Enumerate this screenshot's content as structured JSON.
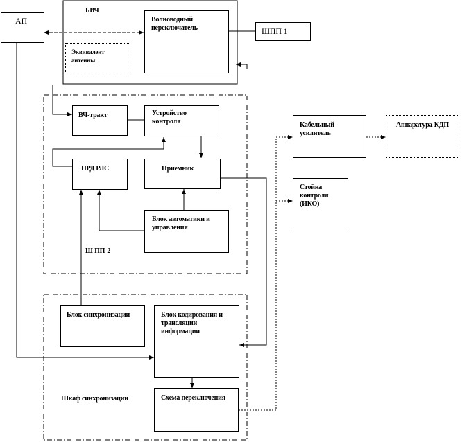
{
  "labels": {
    "ap": "АП",
    "bvch": "БВЧ",
    "waveguide_switch": "Волноводный переключатель",
    "shpp1": "ШПП 1",
    "antenna_equivalent": "Эквивалент антенны",
    "rf_path": "ВЧ-тракт",
    "control_device": "Устройство контроля",
    "transmitter": "ПРД РЛС",
    "receiver": "Приемник",
    "automation_unit": "Блок автоматики и управления",
    "shpp2": "Ш ПП-2",
    "cable_amplifier": "Кабельный усилитель",
    "kdp_equipment": "Аппаратура КДП",
    "control_rack": "Стойка контроля (ИКО)",
    "sync_unit": "Блок синхронизации",
    "coding_unit": "Блок кодирования и трансляции информации",
    "switch_circuit": "Схема переключения",
    "sync_cabinet": "Шкаф синхронизации"
  }
}
